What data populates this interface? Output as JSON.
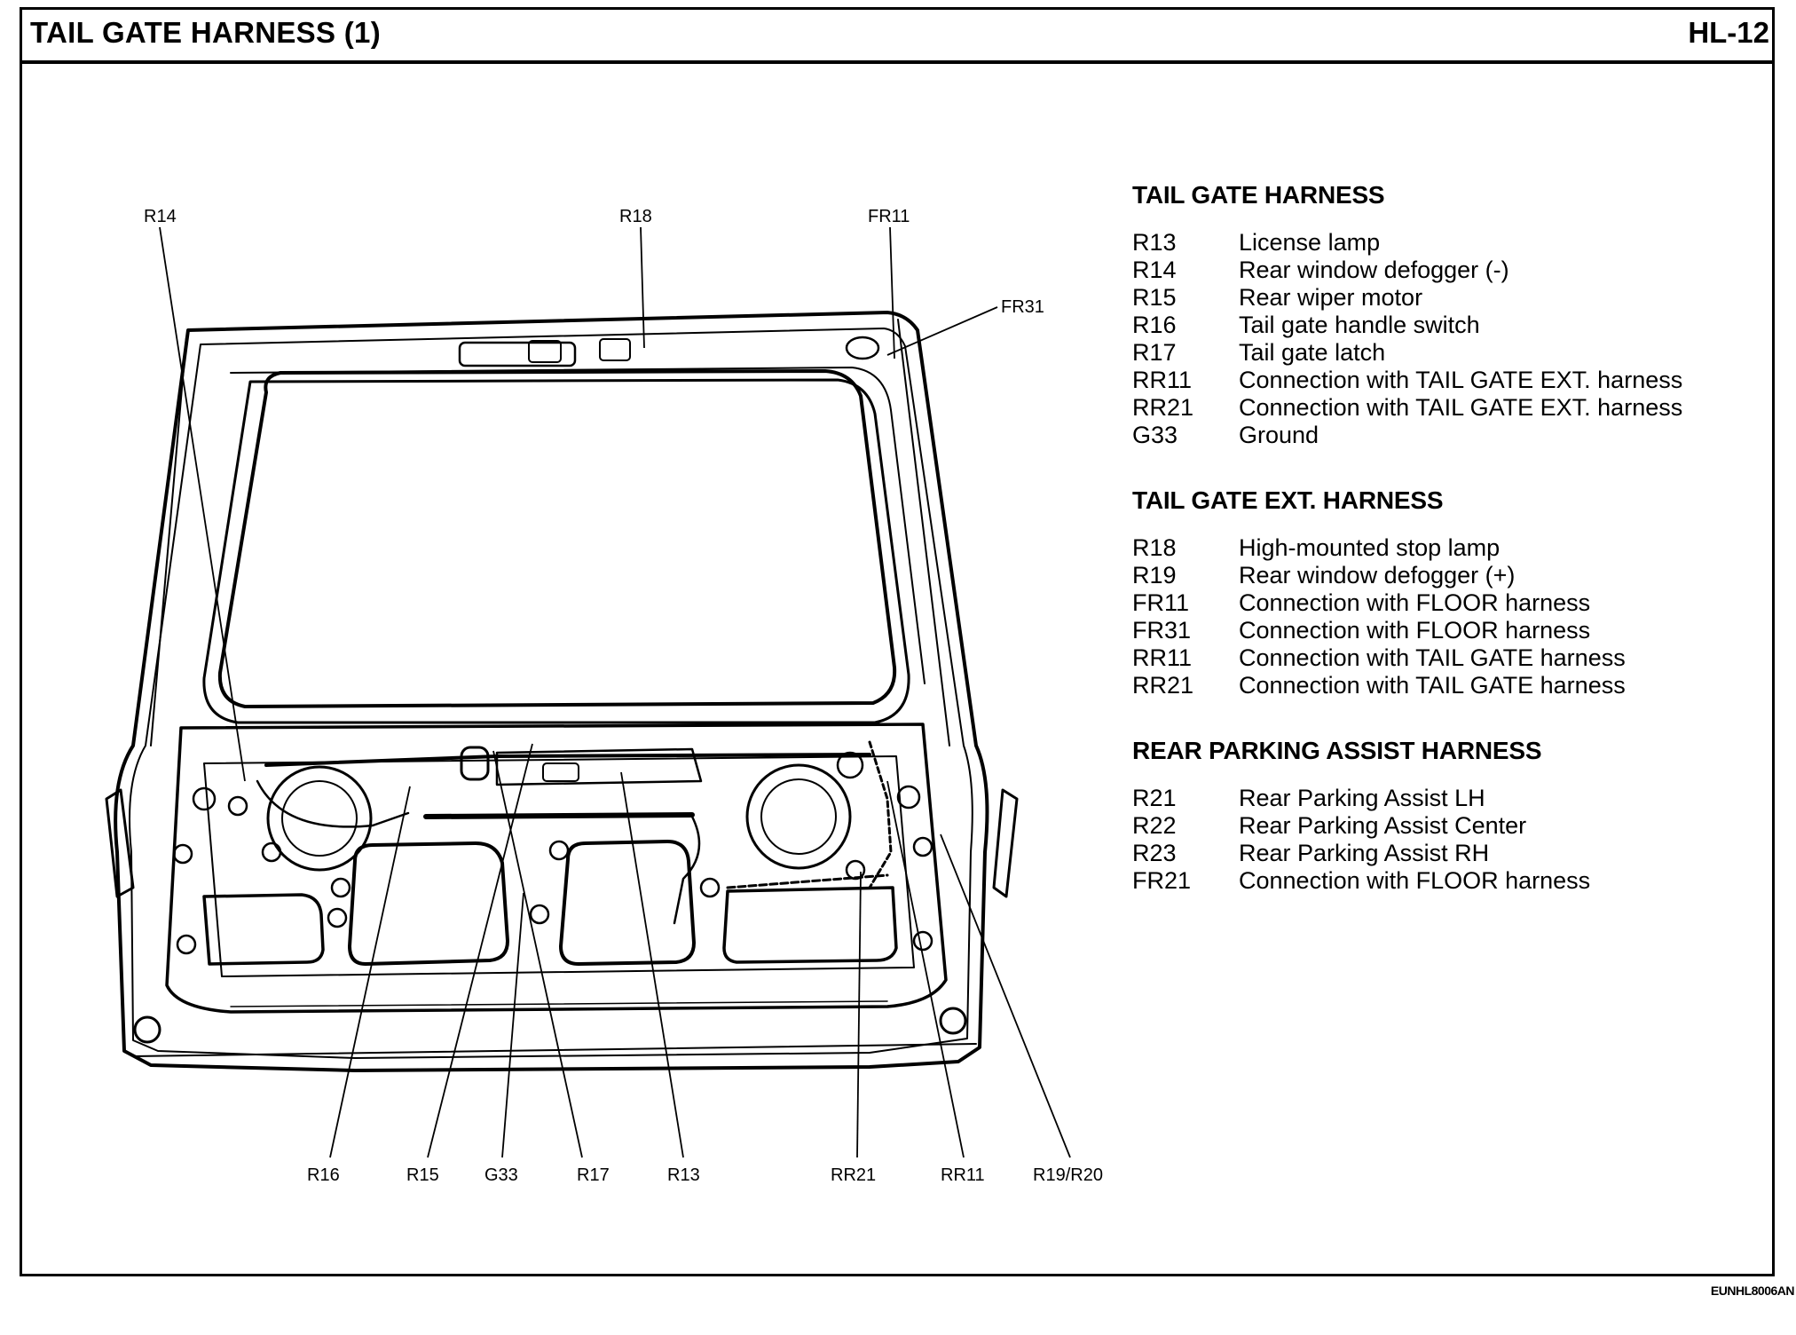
{
  "page": {
    "title": "TAIL GATE HARNESS (1)",
    "code": "HL-12",
    "figure_code": "EUNHL8006AN"
  },
  "callouts": {
    "R14": "R14",
    "R18": "R18",
    "FR11": "FR11",
    "FR31": "FR31",
    "R16": "R16",
    "R15": "R15",
    "G33": "G33",
    "R17": "R17",
    "R13": "R13",
    "RR21": "RR21",
    "RR11": "RR11",
    "R19R20": "R19/R20"
  },
  "sections": [
    {
      "title": "TAIL GATE HARNESS",
      "items": [
        {
          "code": "R13",
          "desc": "License lamp"
        },
        {
          "code": "R14",
          "desc": "Rear window defogger (-)"
        },
        {
          "code": "R15",
          "desc": "Rear wiper motor"
        },
        {
          "code": "R16",
          "desc": "Tail gate handle switch"
        },
        {
          "code": "R17",
          "desc": "Tail gate latch"
        },
        {
          "code": "RR11",
          "desc": "Connection with TAIL GATE EXT. harness"
        },
        {
          "code": "RR21",
          "desc": "Connection with TAIL GATE EXT. harness"
        },
        {
          "code": "G33",
          "desc": "Ground"
        }
      ]
    },
    {
      "title": "TAIL GATE EXT. HARNESS",
      "items": [
        {
          "code": "R18",
          "desc": "High-mounted stop lamp"
        },
        {
          "code": "R19",
          "desc": "Rear window defogger (+)"
        },
        {
          "code": "FR11",
          "desc": "Connection with FLOOR harness"
        },
        {
          "code": "FR31",
          "desc": "Connection with FLOOR harness"
        },
        {
          "code": "RR11",
          "desc": "Connection with TAIL GATE harness"
        },
        {
          "code": "RR21",
          "desc": "Connection with TAIL GATE harness"
        }
      ]
    },
    {
      "title": "REAR PARKING ASSIST HARNESS",
      "items": [
        {
          "code": "R21",
          "desc": "Rear Parking Assist LH"
        },
        {
          "code": "R22",
          "desc": "Rear Parking Assist Center"
        },
        {
          "code": "R23",
          "desc": "Rear Parking Assist RH"
        },
        {
          "code": "FR21",
          "desc": "Connection with FLOOR harness"
        }
      ]
    }
  ]
}
